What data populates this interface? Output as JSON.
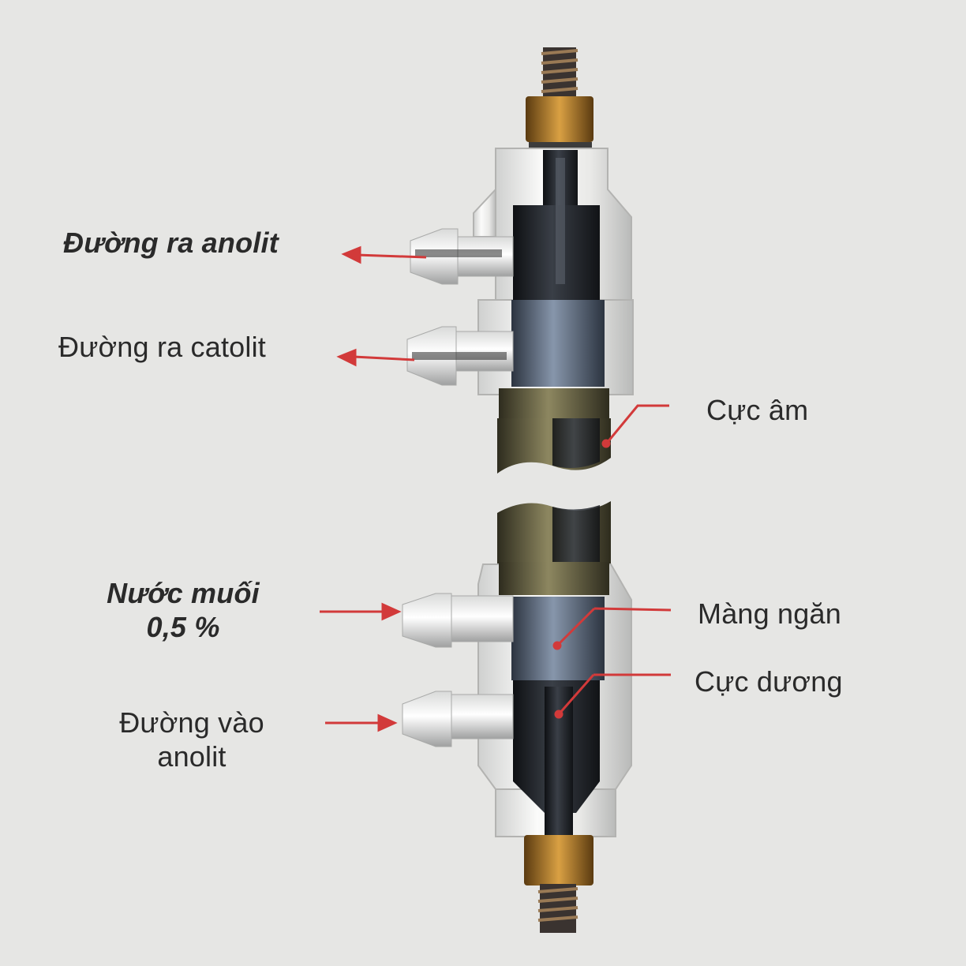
{
  "labels": {
    "anolyte_out": "Đường ra anolit",
    "catholyte_out": "Đường ra catolit",
    "cathode": "Cực âm",
    "brine_line1": "Nước muối",
    "brine_line2": "0,5 %",
    "membrane": "Màng ngăn",
    "anode": "Cực dương",
    "anolyte_in_line1": "Đường vào",
    "anolyte_in_line2": "anolit"
  },
  "colors": {
    "arrow": "#d23a3a",
    "body_white": "#f2f2f0",
    "electrode_dark": "#1c1f24",
    "membrane_steel": "#5f6f85",
    "gasket_olive": "#6e6a4a",
    "nut_brass": "#b07a28",
    "background": "#e6e6e4"
  }
}
